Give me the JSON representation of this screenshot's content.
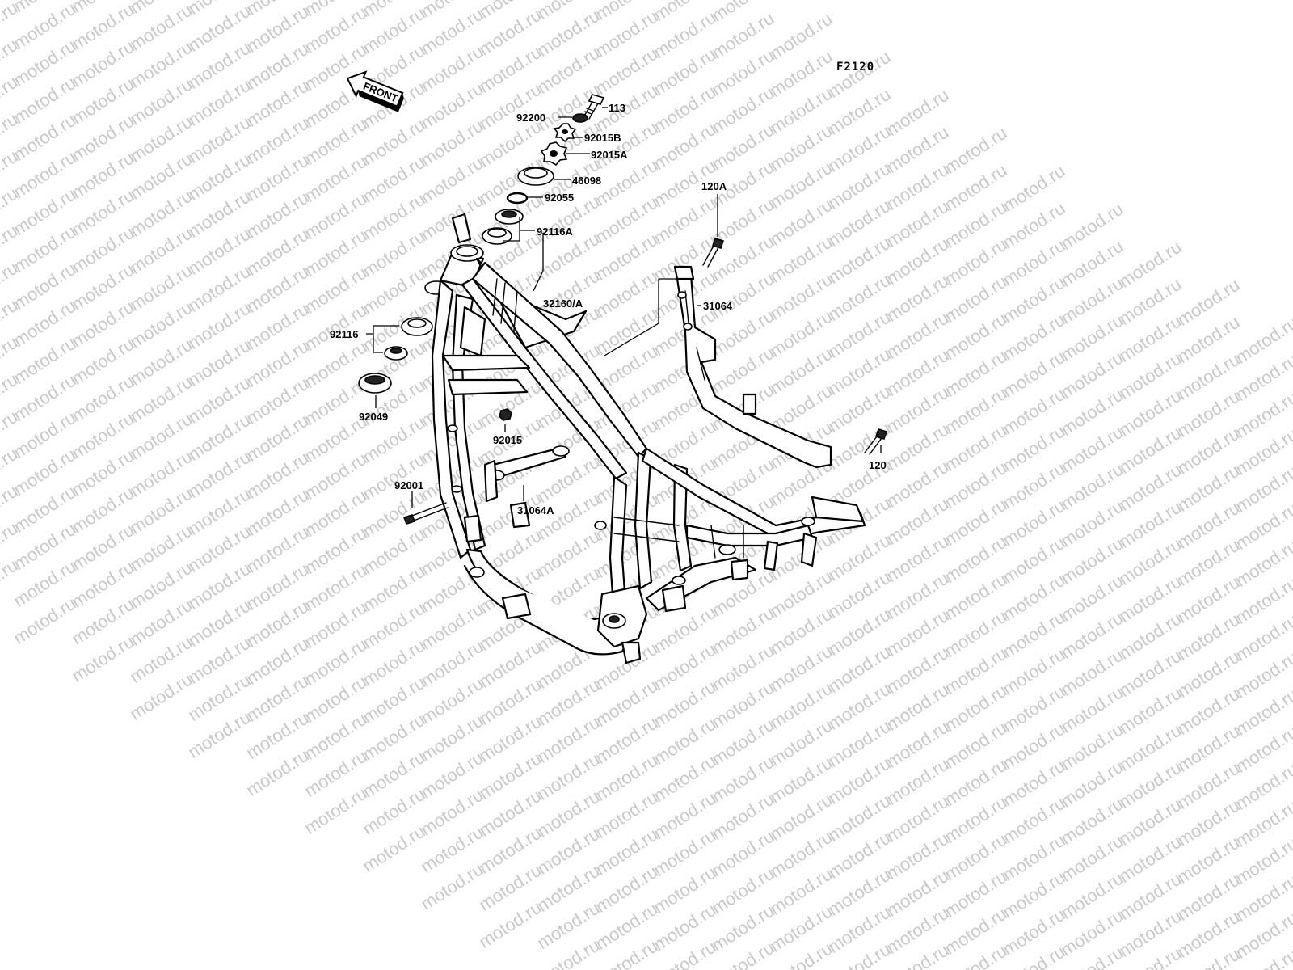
{
  "diagram_code": "F2120",
  "front_marker": "FRONT",
  "watermark_text": "motod.ru",
  "part_labels": {
    "p113": "113",
    "p92200": "92200",
    "p92015B": "92015B",
    "p92015A": "92015A",
    "p46098": "46098",
    "p92055": "92055",
    "p92116A": "92116A",
    "p120A": "120A",
    "p32160A": "32160/A",
    "p31064": "31064",
    "p92116": "92116",
    "p92049": "92049",
    "p92015": "92015",
    "p120": "120",
    "p92001": "92001",
    "p31064A": "31064A"
  }
}
